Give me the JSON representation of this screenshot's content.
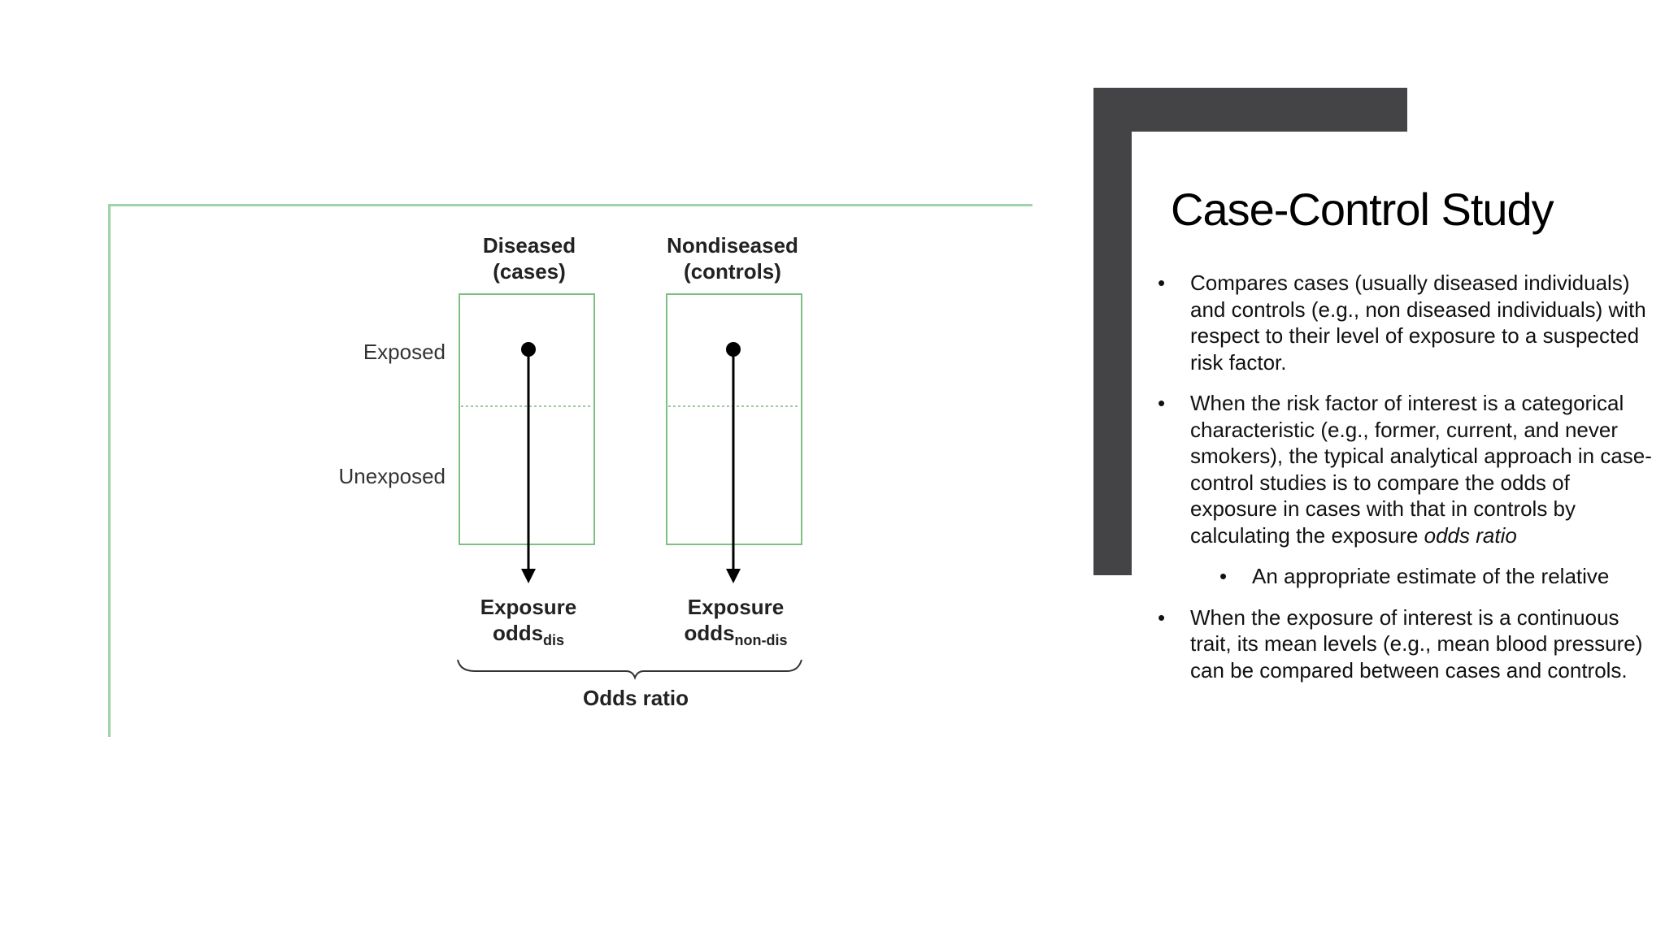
{
  "slide": {
    "title": "Case-Control Study",
    "bullets": [
      "Compares cases (usually diseased individuals) and controls (e.g., non diseased individuals) with respect to their level of exposure to a suspected risk factor.",
      "When the risk factor of interest is a categorical characteristic (e.g., former, current, and never smokers), the typical analytical approach in case-control studies is to compare the odds of exposure in cases with that in controls by calculating the exposure ",
      "When the exposure of interest is a continuous trait, its mean levels (e.g., mean blood pressure) can be compared between cases and controls."
    ],
    "bullet2_italic": "odds ratio",
    "subbullet": "An appropriate estimate of the relative"
  },
  "diagram": {
    "col1_header_line1": "Diseased",
    "col1_header_line2": "(cases)",
    "col2_header_line1": "Nondiseased",
    "col2_header_line2": "(controls)",
    "row1_label": "Exposed",
    "row2_label": "Unexposed",
    "col1_foot_line1": "Exposure",
    "col1_foot_line2": "odds",
    "col1_foot_sub": "dis",
    "col2_foot_line1": "Exposure",
    "col2_foot_line2": "odds",
    "col2_foot_sub": "non-dis",
    "odds_ratio_label": "Odds ratio"
  },
  "colors": {
    "frame": "#444447",
    "diagram_border": "#9fd3a8",
    "box_border": "#7dbf85"
  }
}
